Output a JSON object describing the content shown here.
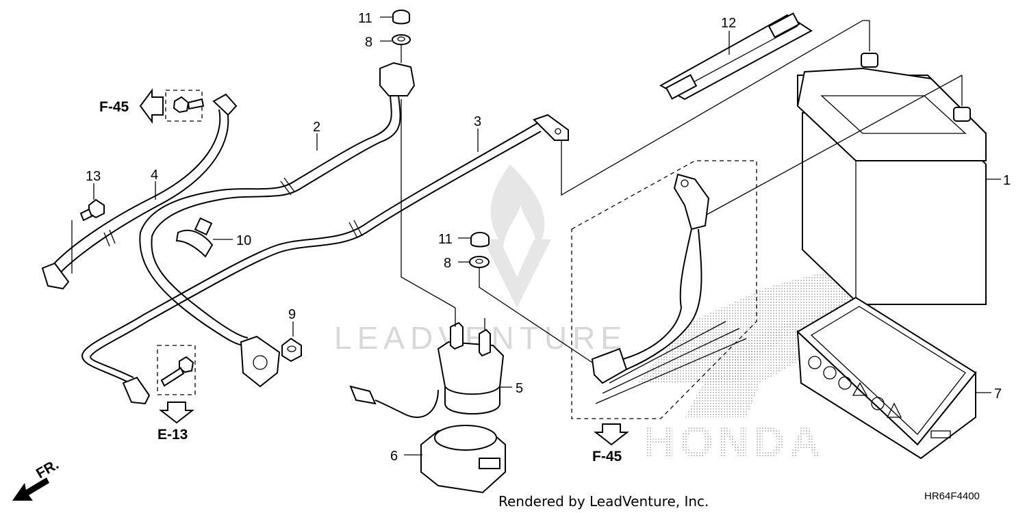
{
  "diagram": {
    "callouts": [
      "1",
      "2",
      "3",
      "4",
      "5",
      "6",
      "7",
      "8",
      "8",
      "9",
      "10",
      "11",
      "11",
      "12",
      "13"
    ],
    "references": [
      "F-45",
      "F-45",
      "E-13"
    ],
    "front_label": "FR.",
    "watermark": "LEADVENTURE",
    "brand_watermark": "HONDA",
    "credit": "Rendered by LeadVenture, Inc.",
    "diagram_code": "HR64F4400"
  }
}
